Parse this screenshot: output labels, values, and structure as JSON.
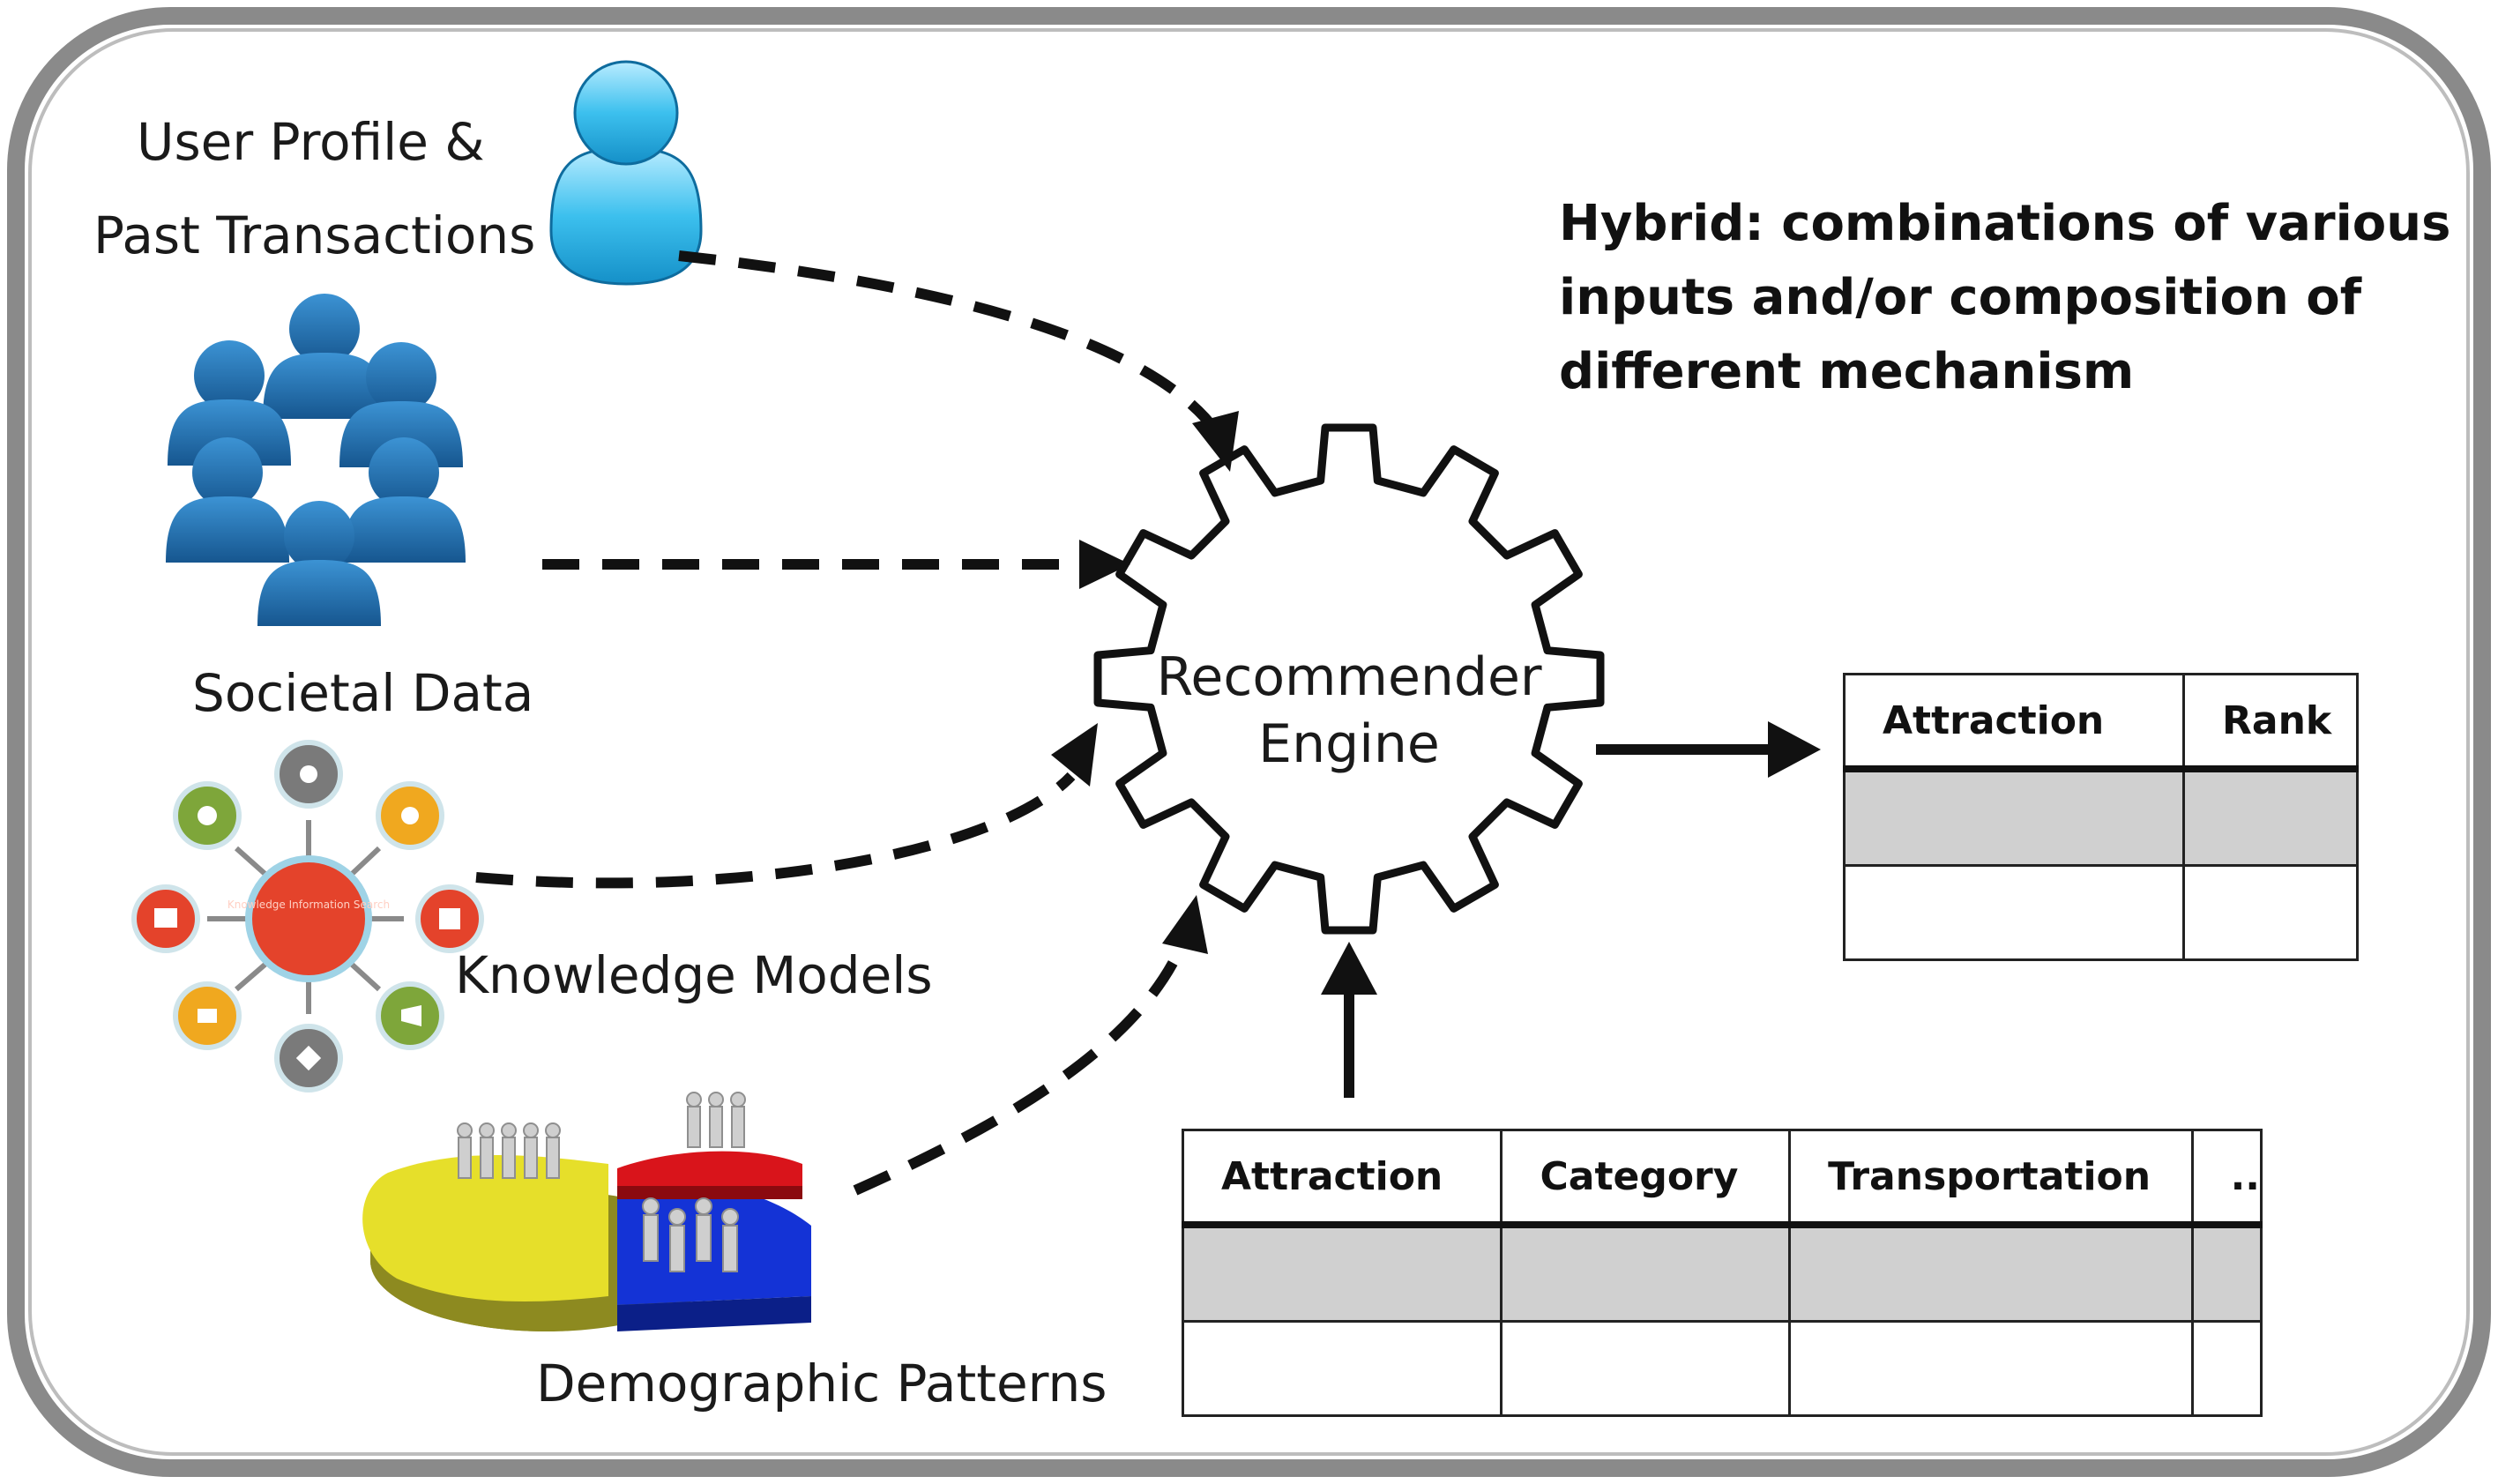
{
  "inputs": {
    "user_profile": {
      "line1": "User Profile &",
      "line2": "Past Transactions"
    },
    "societal": {
      "label": "Societal Data"
    },
    "knowledge": {
      "label": "Knowledge Models",
      "hub_text": "Knowledge Information Search"
    },
    "demographic": {
      "label": "Demographic Patterns"
    }
  },
  "engine": {
    "line1": "Recommender",
    "line2": "Engine"
  },
  "hybrid_note": {
    "line1": "Hybrid: combinations of various",
    "line2": "inputs and/or composition of",
    "line3": "different mechanism"
  },
  "output_table": {
    "headers": [
      "Attraction",
      "Rank"
    ],
    "rows": 2
  },
  "input_table": {
    "headers": [
      "Attraction",
      "Category",
      "Transportation",
      ".."
    ],
    "rows": 2
  },
  "colors": {
    "frame": "#8a8a8a",
    "user_icon": "#3cc0ee",
    "group_icon": "#1e6fae",
    "hub": "#e4432b",
    "pie_yellow": "#e6df2a",
    "pie_red": "#d9141b",
    "pie_blue": "#1433d6",
    "table_shade": "#d0d0d0"
  }
}
